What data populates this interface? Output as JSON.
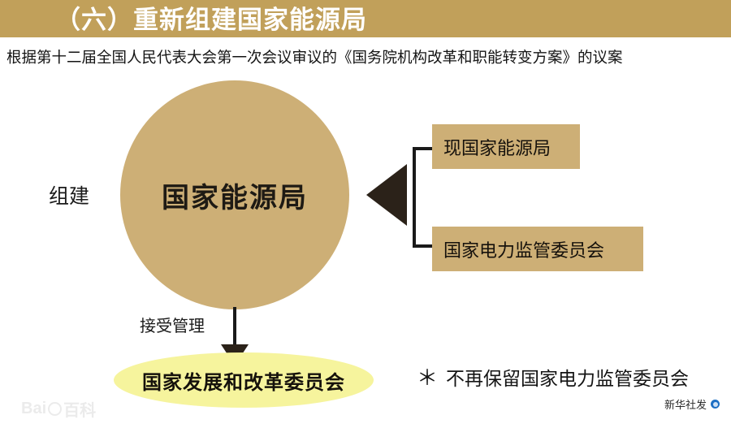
{
  "header": {
    "title": "（六）重新组建国家能源局",
    "bar_color": "#c1a05a"
  },
  "subtitle": "根据第十二届全国人民代表大会第一次会议审议的《国务院机构改革和职能转变方案》的议案",
  "diagram": {
    "build_label": "组建",
    "main_circle": {
      "label": "国家能源局",
      "color": "#cdaf76"
    },
    "merge_arrow_icon": "left-triangle-arrow",
    "bracket_icon": "bracket-connector",
    "source_boxes": [
      {
        "label": "现国家能源局",
        "color": "#cdaf76"
      },
      {
        "label": "国家电力监管委员会",
        "color": "#cdaf76"
      }
    ],
    "manage_label": "接受管理",
    "down_arrow_icon": "down-arrow",
    "parent_org": {
      "label": "国家发展和改革委员会",
      "color": "#f6f49d"
    }
  },
  "footnote": {
    "asterisk": "＊",
    "text": "不再保留国家电力监管委员会"
  },
  "credit": {
    "text": "新华社发",
    "logo_color": "#1d6fc4"
  },
  "watermark": {
    "prefix": "Bai",
    "suffix": "百科"
  }
}
